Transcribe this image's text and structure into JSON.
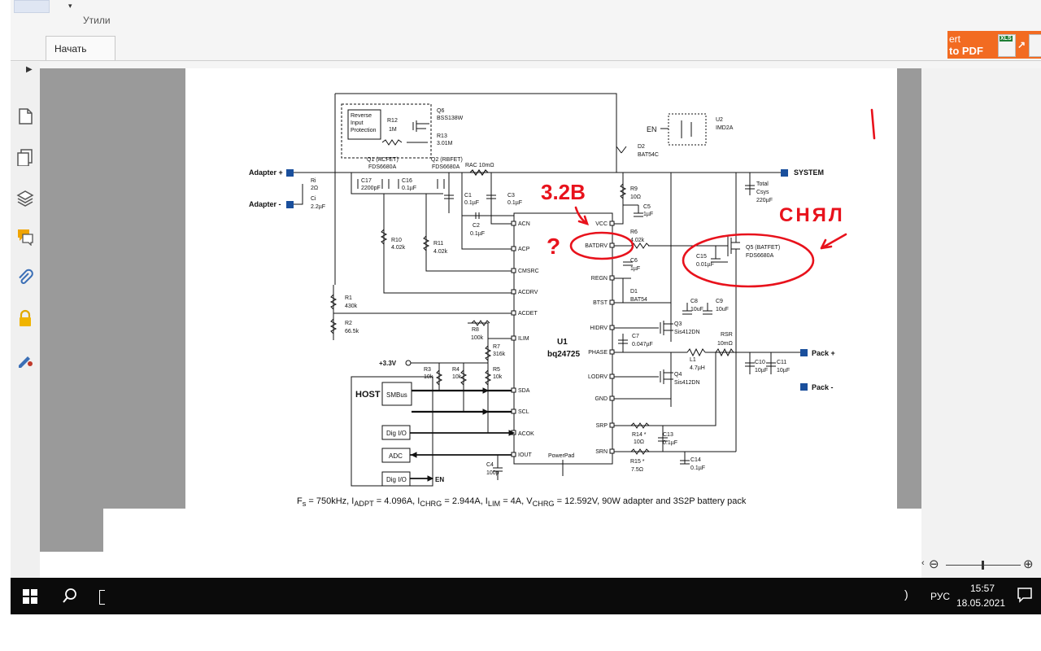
{
  "app": {
    "ribbon_group_label": "Утили",
    "tab_start": "Начать",
    "convert_button_line1": "ert",
    "convert_button_line2": "to PDF",
    "convert_badge": "XLS"
  },
  "schematic": {
    "left_nodes": {
      "adapter_plus": "Adapter +",
      "adapter_minus": "Adapter -"
    },
    "right_nodes": {
      "system": "SYSTEM",
      "pack_plus": "Pack +",
      "pack_minus": "Pack -"
    },
    "protection_box": {
      "line1": "Reverse",
      "line2": "Input",
      "line3": "Protection",
      "r12": "R12",
      "r12_val": "1M",
      "q6": "Q6",
      "q6_part": "BSS138W",
      "r13": "R13",
      "r13_val": "3.01M"
    },
    "q1": {
      "name": "Q1 (ACFET)",
      "part": "FDS6680A"
    },
    "q2": {
      "name": "Q2 (RBFET)",
      "part": "FDS6680A"
    },
    "rac": "RAC  10mΩ",
    "ri": {
      "name": "Ri",
      "val": "2Ω"
    },
    "ci": {
      "name": "Ci",
      "val": "2.2µF"
    },
    "c17": {
      "name": "C17",
      "val": "2200pF"
    },
    "c16": {
      "name": "C16",
      "val": "0.1µF"
    },
    "c1": {
      "name": "C1",
      "val": "0.1µF"
    },
    "c3": {
      "name": "C3",
      "val": "0.1µF"
    },
    "c2": {
      "name": "C2",
      "val": "0.1µF"
    },
    "r10": {
      "name": "R10",
      "val": "4.02k"
    },
    "r11": {
      "name": "R11",
      "val": "4.02k"
    },
    "r1": {
      "name": "R1",
      "val": "430k"
    },
    "r2": {
      "name": "R2",
      "val": "66.5k"
    },
    "r8": {
      "name": "R8",
      "val": "100k"
    },
    "r7": {
      "name": "R7",
      "val": "316k"
    },
    "v33": "+3.3V",
    "r3": {
      "name": "R3",
      "val": "10k"
    },
    "r4": {
      "name": "R4",
      "val": "10k"
    },
    "r5": {
      "name": "R5",
      "val": "10k"
    },
    "host": {
      "label": "HOST",
      "smbus": "SMBus",
      "digio1": "Dig I/O",
      "adc": "ADC",
      "digio2": "Dig I/O",
      "en_out": "EN"
    },
    "c4": {
      "name": "C4",
      "val": "100p"
    },
    "u1": {
      "name": "U1",
      "part": "bq24725",
      "powerpad": "PowerPad"
    },
    "pins_left": [
      "ACN",
      "ACP",
      "CMSRC",
      "ACDRV",
      "ACDET",
      "ILIM",
      "SDA",
      "SCL",
      "ACOK",
      "IOUT"
    ],
    "pins_right": [
      "VCC",
      "BATDRV",
      "REGN",
      "BTST",
      "HIDRV",
      "PHASE",
      "LODRV",
      "GND",
      "SRP",
      "SRN"
    ],
    "u2": {
      "name": "U2",
      "part": "IMD2A",
      "en": "EN"
    },
    "d2": {
      "name": "D2",
      "part": "BAT54C"
    },
    "r9": {
      "name": "R9",
      "val": "10Ω"
    },
    "c5": {
      "name": "C5",
      "val": "1µF"
    },
    "r6": {
      "name": "R6",
      "val": "4.02k"
    },
    "c6": {
      "name": "C6",
      "val": "1µF"
    },
    "d1": {
      "name": "D1",
      "part": "BAT54"
    },
    "c8": {
      "name": "C8",
      "val": "10uF"
    },
    "c9": {
      "name": "C9",
      "val": "10uF"
    },
    "q3": {
      "name": "Q3",
      "part": "Sis412DN"
    },
    "q4": {
      "name": "Q4",
      "part": "Sis412DN"
    },
    "c7": {
      "name": "C7",
      "val": "0.047µF"
    },
    "l1": {
      "name": "L1",
      "val": "4.7µH"
    },
    "rsr": {
      "name": "RSR",
      "val": "10mΩ"
    },
    "c10": {
      "name": "C10",
      "val": "10µF"
    },
    "c11": {
      "name": "C11",
      "val": "10µF"
    },
    "r14": {
      "name": "R14 *",
      "val": "10Ω"
    },
    "c13": {
      "name": "C13",
      "val": "0.1µF"
    },
    "r15": {
      "name": "R15 *",
      "val": "7.5Ω"
    },
    "c14": {
      "name": "C14",
      "val": "0.1µF"
    },
    "q5": {
      "name": "Q5 (BATFET)",
      "part": "FDS6680A"
    },
    "c15": {
      "name": "C15",
      "val": "0.01µF"
    },
    "csys": {
      "line1": "Total",
      "line2": "Csys",
      "line3": "220µF"
    }
  },
  "annotations": {
    "voltage_note": "3.2В",
    "question_mark": "?",
    "removed_note": "СНЯЛ",
    "corner_mark": "1"
  },
  "caption": {
    "fs": "F",
    "fs_sub": "s",
    "fs_val": " = 750kHz, I",
    "adpt_sub": "ADPT",
    "adpt_val": " = 4.096A, I",
    "chrg_sub": "CHRG",
    "chrg_val": " = 2.944A, I",
    "lim_sub": "LIM",
    "lim_val": " = 4A, V",
    "vchrg_sub": "CHRG",
    "tail": " = 12.592V, 90W adapter and 3S2P battery pack"
  },
  "taskbar": {
    "language": "РУС",
    "time": "15:57",
    "date": "18.05.2021"
  },
  "colors": {
    "annotation_red": "#e8121c",
    "pin_blue": "#1a4f9c",
    "convert_orange": "#f26b21"
  }
}
